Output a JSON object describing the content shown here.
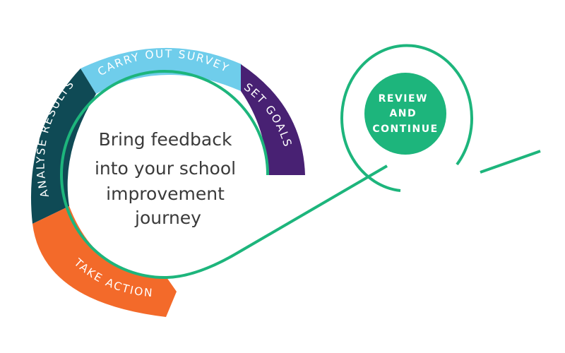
{
  "diagram": {
    "center_lines": [
      "Bring feedback",
      "into your school",
      "improvement",
      "journey"
    ],
    "segments": [
      {
        "id": "carry-out-survey",
        "label": "CARRY OUT SURVEY",
        "color": "#6fcdeb"
      },
      {
        "id": "set-goals",
        "label": "SET GOALS",
        "color": "#482173"
      },
      {
        "id": "analyse-results",
        "label": "ANALYSE RESULTS",
        "color": "#0f4a55"
      },
      {
        "id": "take-action",
        "label": "TAKE ACTION",
        "color": "#f36a2a"
      }
    ],
    "review": {
      "lines": [
        "REVIEW",
        "AND",
        "CONTINUE"
      ],
      "color": "#1db57c"
    },
    "path_color": "#1db57c"
  }
}
